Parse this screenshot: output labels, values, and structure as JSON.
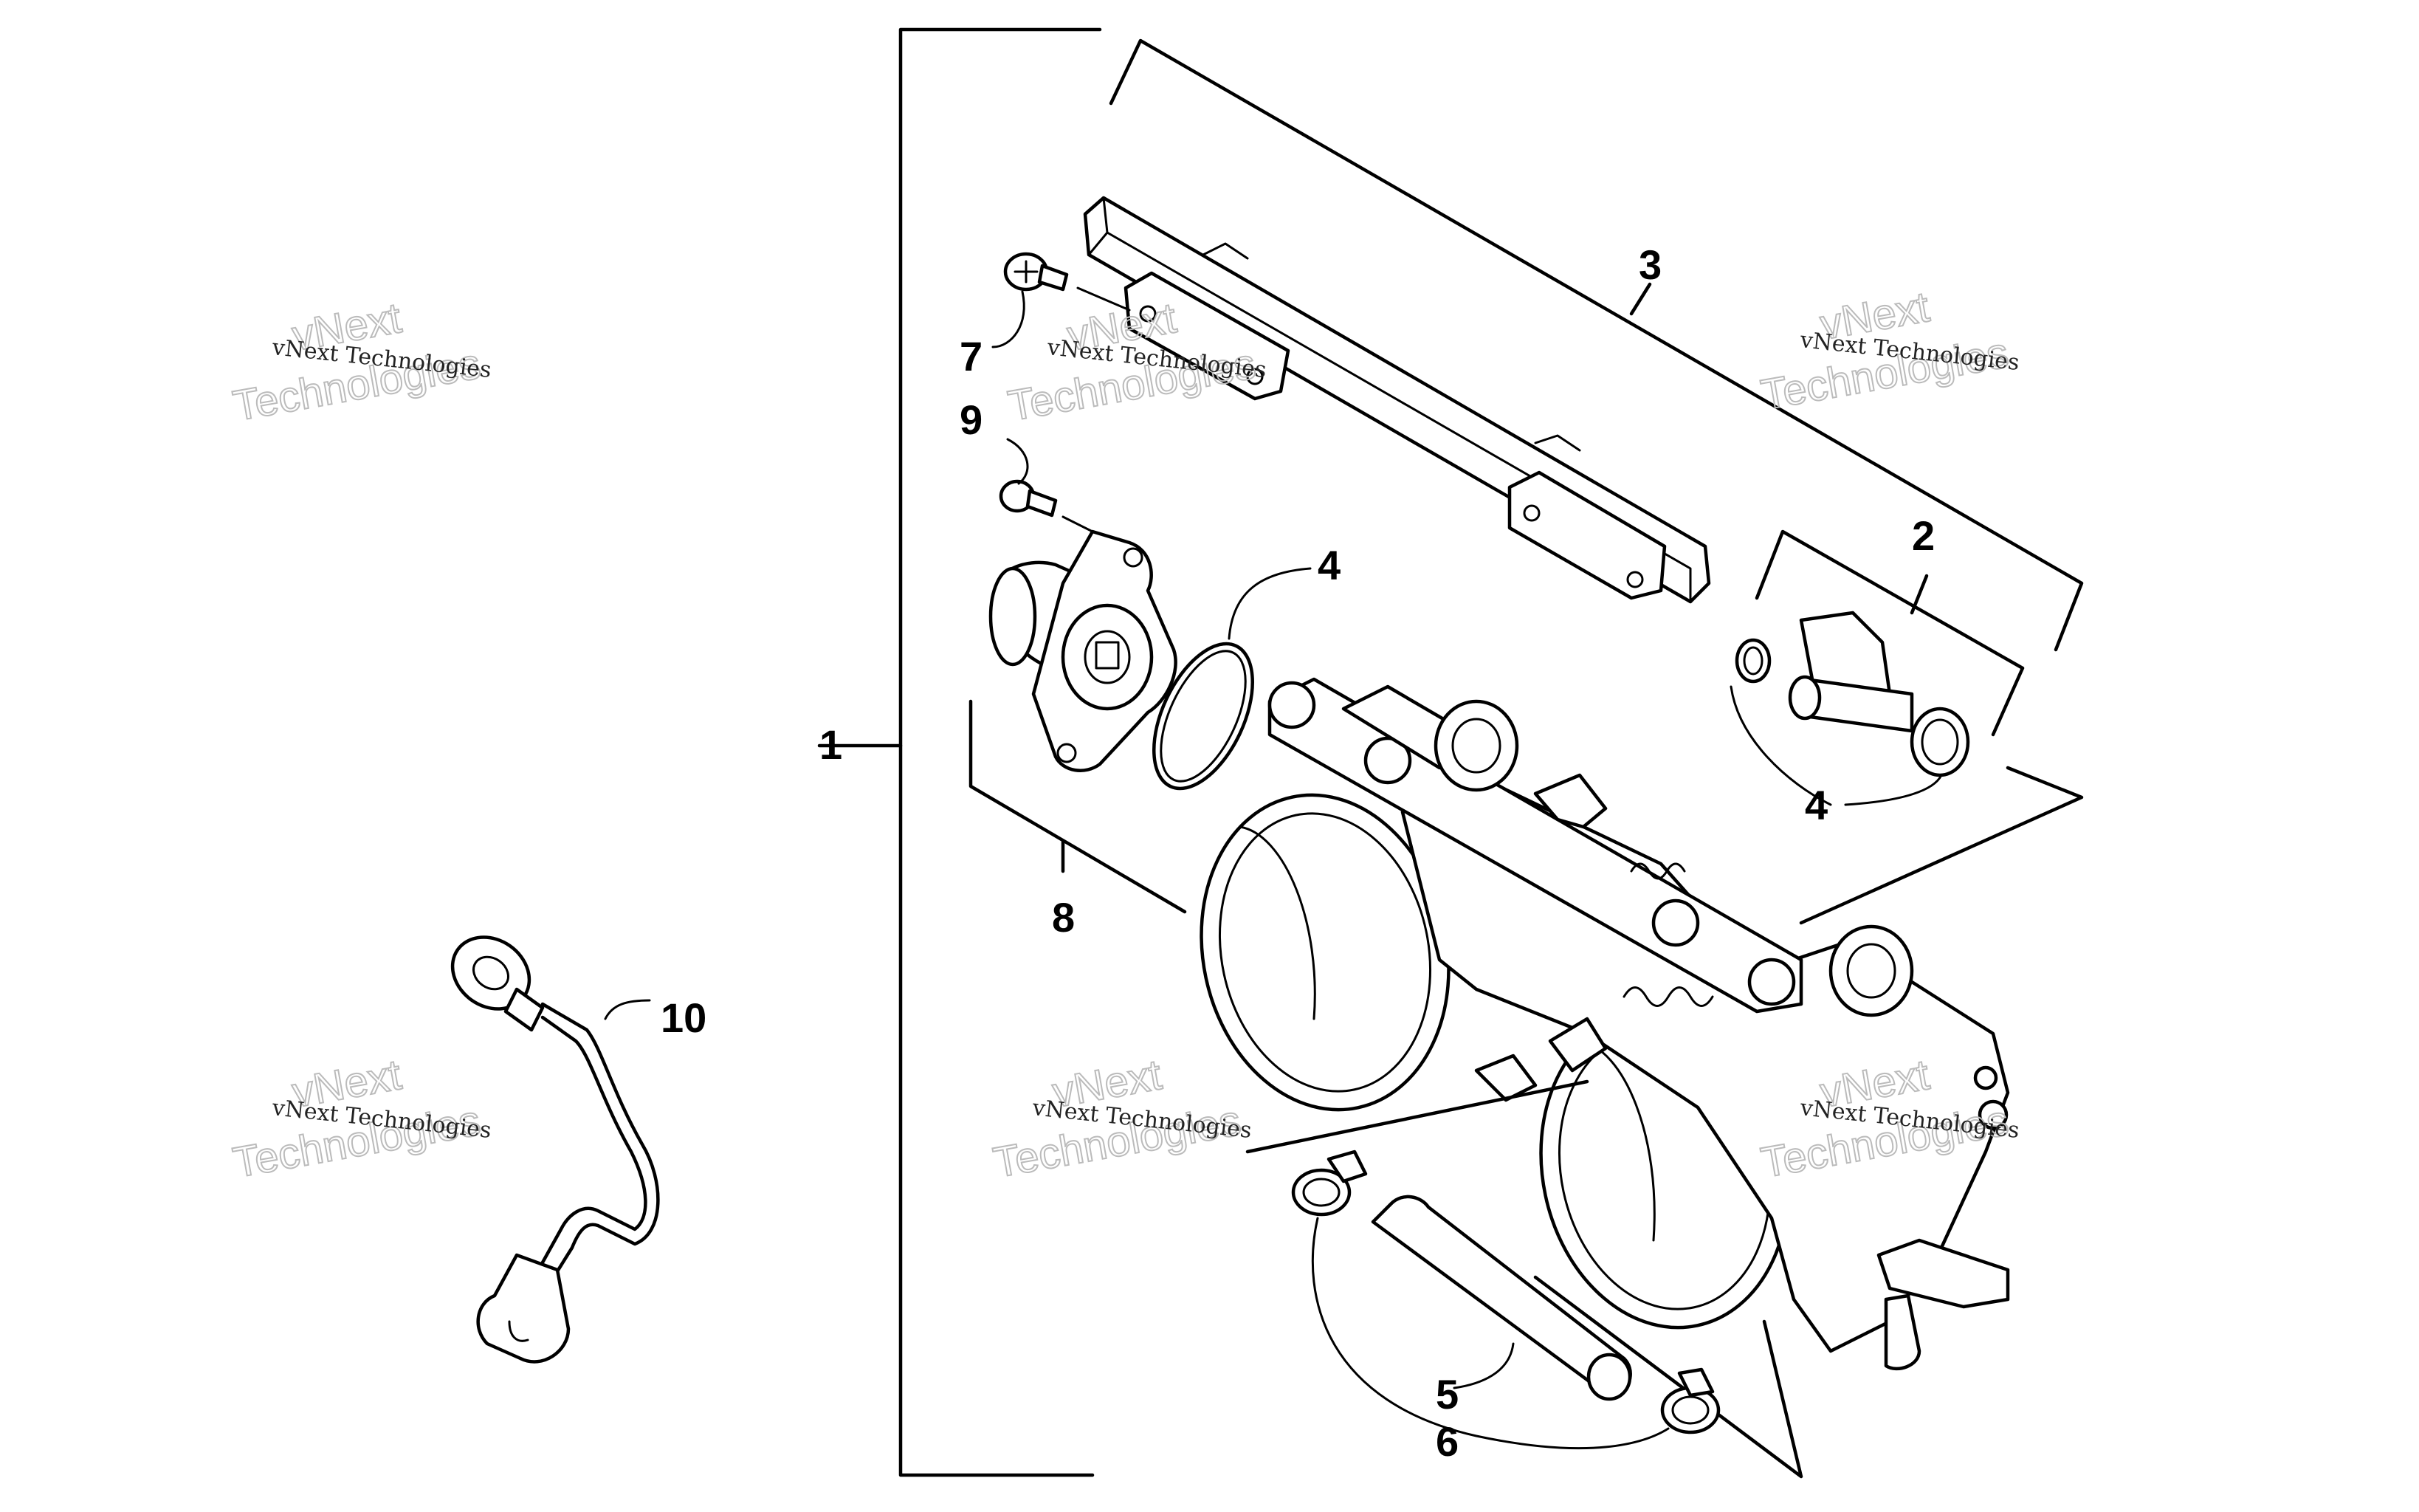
{
  "callouts": {
    "c1": "1",
    "c2": "2",
    "c3": "3",
    "c4a": "4",
    "c4b": "4",
    "c5": "5",
    "c6": "6",
    "c7": "7",
    "c8": "8",
    "c9": "9",
    "c10": "10"
  },
  "watermark": {
    "small": "vNext Technologies",
    "big_top": "vNext",
    "big_bottom": "Technologies"
  },
  "colors": {
    "line": "#000000",
    "background": "#ffffff",
    "watermark": "#bbbbbb"
  }
}
